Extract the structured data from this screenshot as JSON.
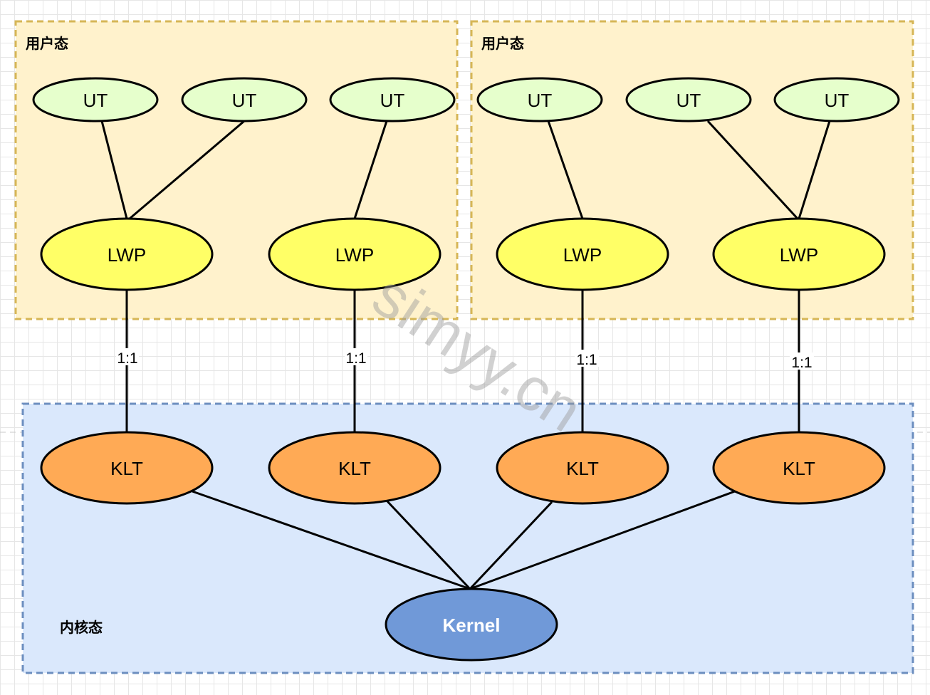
{
  "regions": {
    "user_left": {
      "label": "用户态"
    },
    "user_right": {
      "label": "用户态"
    },
    "kernel": {
      "label": "内核态"
    }
  },
  "nodes": {
    "ut": [
      "UT",
      "UT",
      "UT",
      "UT",
      "UT",
      "UT"
    ],
    "lwp": [
      "LWP",
      "LWP",
      "LWP",
      "LWP"
    ],
    "klt": [
      "KLT",
      "KLT",
      "KLT",
      "KLT"
    ],
    "kernel": "Kernel"
  },
  "edge_labels": [
    "1:1",
    "1:1",
    "1:1",
    "1:1"
  ],
  "watermark": "simyy.cn",
  "colors": {
    "user_region_fill": "#fff2cc",
    "user_region_stroke": "#d6b656",
    "kernel_region_fill": "#dae8fc",
    "kernel_region_stroke": "#6c8ebf",
    "ut_fill": "#e6ffcc",
    "lwp_fill": "#ffff66",
    "klt_fill": "#ffaa55",
    "kernel_fill": "#7099d8"
  }
}
